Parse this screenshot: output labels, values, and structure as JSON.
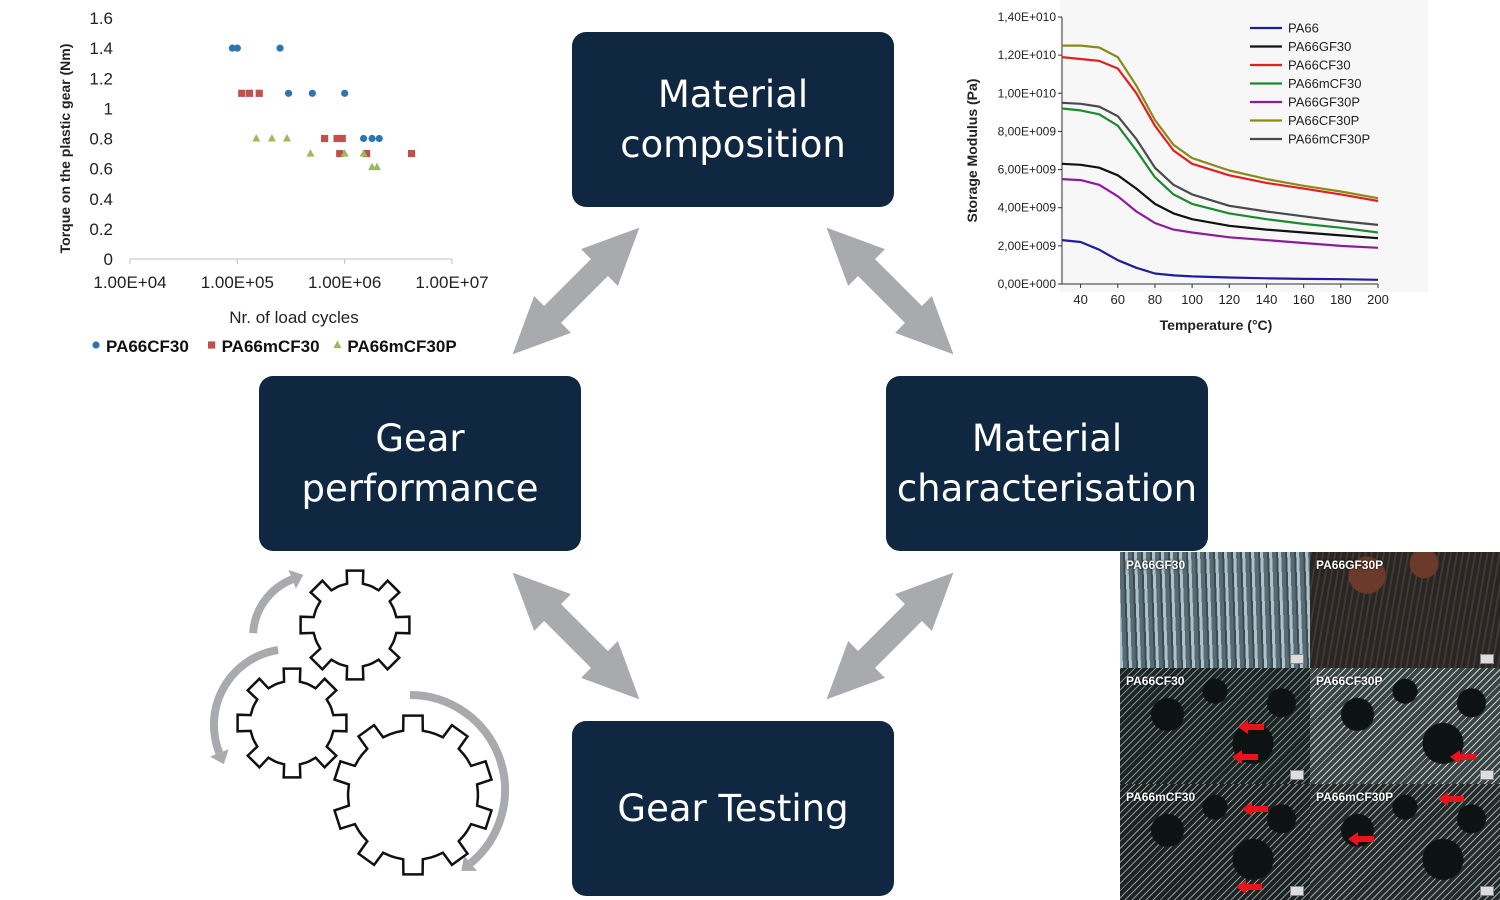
{
  "boxes": {
    "composition": [
      "Material",
      "composition"
    ],
    "performance": [
      "Gear",
      "performance"
    ],
    "characterisation": [
      "Material",
      "characterisation"
    ],
    "testing": [
      "Gear Testing"
    ]
  },
  "chart_data": [
    {
      "type": "scatter",
      "xscale": "log",
      "xlim": [
        10000,
        10000000
      ],
      "ylim": [
        0,
        1.6
      ],
      "xlabel": "Nr. of load cycles",
      "ylabel": "Torque on the plastic gear (Nm)",
      "xticks": [
        "1.00E+04",
        "1.00E+05",
        "1.00E+06",
        "1.00E+07"
      ],
      "yticks": [
        "0",
        "0.2",
        "0.4",
        "0.6",
        "0.8",
        "1",
        "1.2",
        "1.4",
        "1.6"
      ],
      "legend_position": "bottom",
      "series": [
        {
          "name": "PA66CF30",
          "color": "#2e75b6",
          "marker": "circle",
          "points": [
            [
              90000,
              1.4
            ],
            [
              100000,
              1.4
            ],
            [
              250000,
              1.4
            ],
            [
              300000,
              1.1
            ],
            [
              500000,
              1.1
            ],
            [
              1000000,
              1.1
            ],
            [
              1500000,
              0.8
            ],
            [
              1800000,
              0.8
            ],
            [
              2100000,
              0.8
            ]
          ]
        },
        {
          "name": "PA66mCF30",
          "color": "#c0504d",
          "marker": "square",
          "points": [
            [
              110000,
              1.1
            ],
            [
              130000,
              1.1
            ],
            [
              160000,
              1.1
            ],
            [
              650000,
              0.8
            ],
            [
              850000,
              0.8
            ],
            [
              950000,
              0.8
            ],
            [
              900000,
              0.7
            ],
            [
              1600000,
              0.7
            ],
            [
              4200000,
              0.7
            ]
          ]
        },
        {
          "name": "PA66mCF30P",
          "color": "#9bbb59",
          "marker": "triangle",
          "points": [
            [
              150000,
              0.8
            ],
            [
              210000,
              0.8
            ],
            [
              290000,
              0.8
            ],
            [
              480000,
              0.7
            ],
            [
              1000000,
              0.7
            ],
            [
              1500000,
              0.7
            ],
            [
              1800000,
              0.61
            ],
            [
              2000000,
              0.61
            ]
          ]
        }
      ]
    },
    {
      "type": "line",
      "xlim": [
        30,
        200
      ],
      "ylim": [
        0,
        14000000000
      ],
      "xlabel": "Temperature (°C)",
      "ylabel": "Storage Modulus (Pa)",
      "xticks": [
        "40",
        "60",
        "80",
        "100",
        "120",
        "140",
        "160",
        "180",
        "200"
      ],
      "yticks": [
        "0,00E+000",
        "2,00E+009",
        "4,00E+009",
        "6,00E+009",
        "8,00E+009",
        "1,00E+010",
        "1,20E+010",
        "1,40E+010"
      ],
      "legend_position": "top-right",
      "x": [
        30,
        40,
        50,
        60,
        70,
        80,
        90,
        100,
        120,
        140,
        160,
        180,
        200
      ],
      "series": [
        {
          "name": "PA66",
          "color": "#1f1f9e",
          "values": [
            2300000000.0,
            2200000000.0,
            1800000000.0,
            1250000000.0,
            850000000.0,
            550000000.0,
            450000000.0,
            400000000.0,
            340000000.0,
            300000000.0,
            270000000.0,
            250000000.0,
            220000000.0
          ]
        },
        {
          "name": "PA66GF30",
          "color": "#111111",
          "values": [
            6300000000.0,
            6250000000.0,
            6100000000.0,
            5700000000.0,
            5000000000.0,
            4200000000.0,
            3700000000.0,
            3400000000.0,
            3050000000.0,
            2850000000.0,
            2700000000.0,
            2550000000.0,
            2400000000.0
          ]
        },
        {
          "name": "PA66CF30",
          "color": "#e0201f",
          "values": [
            11900000000.0,
            11800000000.0,
            11700000000.0,
            11300000000.0,
            10000000000.0,
            8300000000.0,
            7000000000.0,
            6300000000.0,
            5700000000.0,
            5300000000.0,
            5000000000.0,
            4700000000.0,
            4350000000.0
          ]
        },
        {
          "name": "PA66mCF30",
          "color": "#1b8a2e",
          "values": [
            9200000000.0,
            9100000000.0,
            8900000000.0,
            8300000000.0,
            7000000000.0,
            5600000000.0,
            4700000000.0,
            4200000000.0,
            3700000000.0,
            3400000000.0,
            3150000000.0,
            2950000000.0,
            2700000000.0
          ]
        },
        {
          "name": "PA66GF30P",
          "color": "#8e1a9e",
          "values": [
            5500000000.0,
            5450000000.0,
            5200000000.0,
            4600000000.0,
            3800000000.0,
            3200000000.0,
            2850000000.0,
            2700000000.0,
            2450000000.0,
            2300000000.0,
            2150000000.0,
            2000000000.0,
            1900000000.0
          ]
        },
        {
          "name": "PA66CF30P",
          "color": "#8a8a17",
          "values": [
            12500000000.0,
            12500000000.0,
            12400000000.0,
            11900000000.0,
            10400000000.0,
            8600000000.0,
            7300000000.0,
            6600000000.0,
            5950000000.0,
            5500000000.0,
            5150000000.0,
            4850000000.0,
            4500000000.0
          ]
        },
        {
          "name": "PA66mCF30P",
          "color": "#4a4a4a",
          "values": [
            9500000000.0,
            9450000000.0,
            9300000000.0,
            8800000000.0,
            7600000000.0,
            6100000000.0,
            5200000000.0,
            4700000000.0,
            4100000000.0,
            3800000000.0,
            3550000000.0,
            3300000000.0,
            3100000000.0
          ]
        }
      ]
    }
  ],
  "micrographs": [
    {
      "label": "PA66GF30",
      "base": "#5a6a74",
      "tint": "#a9c4cc"
    },
    {
      "label": "PA66GF30P",
      "base": "#2c2420",
      "tint": "#6b3a2a"
    },
    {
      "label": "PA66CF30",
      "base": "#1c2424",
      "tint": "#7c8f8a"
    },
    {
      "label": "PA66CF30P",
      "base": "#3a4444",
      "tint": "#c7d1cf"
    },
    {
      "label": "PA66mCF30",
      "base": "#1d2323",
      "tint": "#8a9a98"
    },
    {
      "label": "PA66mCF30P",
      "base": "#252b2b",
      "tint": "#9aa8a6"
    }
  ],
  "colors": {
    "box": "#0f2741",
    "arrow": "#a9aaad",
    "highlight_arrow": "#e8141b"
  }
}
